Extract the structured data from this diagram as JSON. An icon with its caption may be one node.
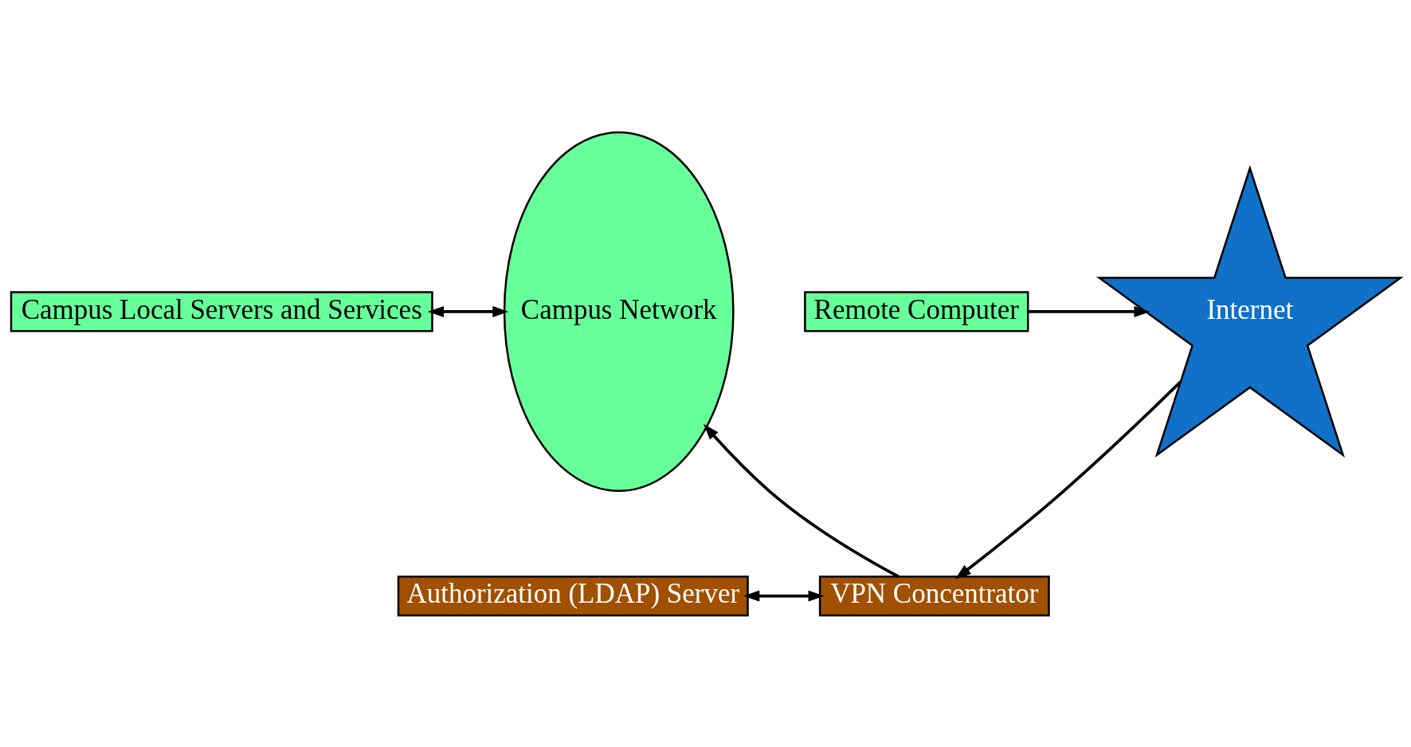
{
  "diagram": {
    "nodes": [
      {
        "text": [
          "Campus Local Servers and Services"
        ]
      },
      {
        "text": [
          "Campus Network"
        ]
      },
      {
        "text": [
          "Internet"
        ]
      },
      {
        "text": [
          "Remote Computer"
        ]
      },
      {
        "text": [
          "Authorization (LDAP) Server"
        ]
      },
      {
        "text": [
          "VPN Concentrator"
        ]
      }
    ],
    "edges": [
      {
        "from": 0,
        "to": 1,
        "arrow": "both"
      },
      {
        "from": 3,
        "to": 2,
        "arrow": "to"
      },
      {
        "from": 2,
        "to": 5,
        "arrow": "to"
      },
      {
        "from": 5,
        "to": 1,
        "arrow": "to"
      },
      {
        "from": 4,
        "to": 5,
        "arrow": "both"
      }
    ]
  }
}
